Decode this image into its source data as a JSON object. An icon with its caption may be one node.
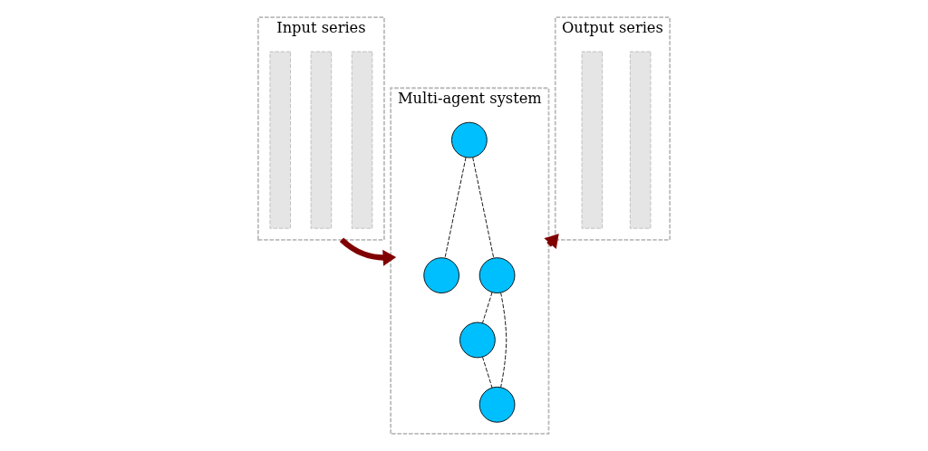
{
  "diagram": {
    "nodes": [
      {
        "text": [
          "Input series"
        ]
      },
      {
        "text": [],
        "shape": "bar",
        "in": 0
      },
      {
        "text": [],
        "shape": "bar",
        "in": 0
      },
      {
        "text": [],
        "shape": "bar",
        "in": 0
      },
      {
        "text": [
          "Multi-agent system"
        ]
      },
      {
        "text": [],
        "shape": "circle",
        "in": 4
      },
      {
        "text": [],
        "shape": "circle",
        "in": 4
      },
      {
        "text": [],
        "shape": "circle",
        "in": 4
      },
      {
        "text": [],
        "shape": "circle",
        "in": 4
      },
      {
        "text": [],
        "shape": "circle",
        "in": 4
      },
      {
        "text": [
          "Output series"
        ]
      },
      {
        "text": [],
        "shape": "bar",
        "in": 10
      },
      {
        "text": [],
        "shape": "bar",
        "in": 10
      }
    ],
    "edges": [
      {
        "from": 0,
        "to": 4,
        "arrow": "to",
        "style": "thick",
        "color": "#800000"
      },
      {
        "from": 5,
        "to": 6,
        "arrow": "none",
        "style": "dashed"
      },
      {
        "from": 5,
        "to": 7,
        "arrow": "none",
        "style": "dashed"
      },
      {
        "from": 7,
        "to": 8,
        "arrow": "none",
        "style": "dashed"
      },
      {
        "from": 7,
        "to": 9,
        "arrow": "none",
        "style": "dashed"
      },
      {
        "from": 8,
        "to": 9,
        "arrow": "none",
        "style": "dashed"
      },
      {
        "from": 4,
        "to": 10,
        "arrow": "to",
        "style": "thick",
        "color": "#800000"
      }
    ]
  }
}
